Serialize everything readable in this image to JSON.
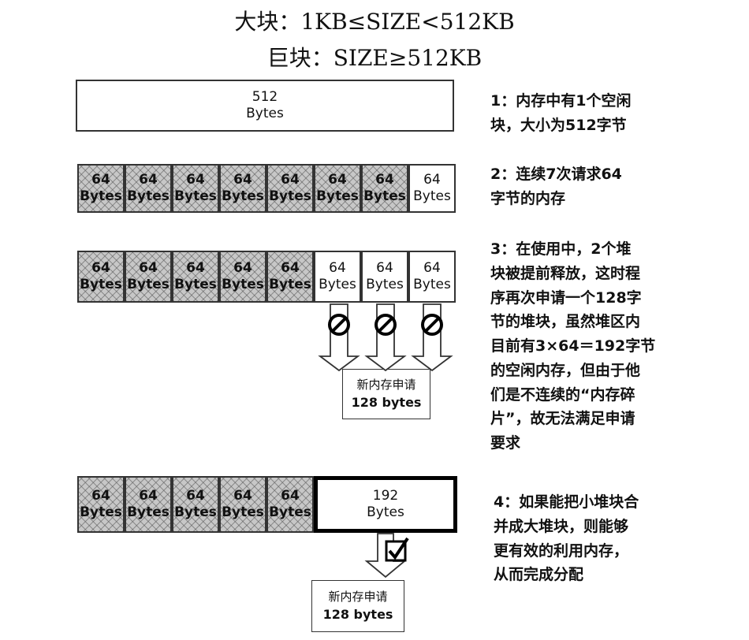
{
  "header": {
    "large_block": "大块：1KB≤SIZE<512KB",
    "huge_block": "巨块：SIZE≥512KB"
  },
  "step1": {
    "block": {
      "size": "512",
      "unit": "Bytes"
    },
    "caption": [
      "1：内存中有1个空闲",
      "块，大小为512字节"
    ]
  },
  "step2": {
    "blocks": [
      {
        "size": "64",
        "unit": "Bytes",
        "used": true
      },
      {
        "size": "64",
        "unit": "Bytes",
        "used": true
      },
      {
        "size": "64",
        "unit": "Bytes",
        "used": true
      },
      {
        "size": "64",
        "unit": "Bytes",
        "used": true
      },
      {
        "size": "64",
        "unit": "Bytes",
        "used": true
      },
      {
        "size": "64",
        "unit": "Bytes",
        "used": true
      },
      {
        "size": "64",
        "unit": "Bytes",
        "used": true
      },
      {
        "size": "64",
        "unit": "Bytes",
        "used": false
      }
    ],
    "caption": [
      "2：连续7次请求64",
      "字节的内存"
    ]
  },
  "step3": {
    "blocks": [
      {
        "size": "64",
        "unit": "Bytes",
        "used": true
      },
      {
        "size": "64",
        "unit": "Bytes",
        "used": true
      },
      {
        "size": "64",
        "unit": "Bytes",
        "used": true
      },
      {
        "size": "64",
        "unit": "Bytes",
        "used": true
      },
      {
        "size": "64",
        "unit": "Bytes",
        "used": true
      },
      {
        "size": "64",
        "unit": "Bytes",
        "used": false
      },
      {
        "size": "64",
        "unit": "Bytes",
        "used": false
      },
      {
        "size": "64",
        "unit": "Bytes",
        "used": false
      }
    ],
    "request": {
      "label": "新内存申请",
      "size": "128 bytes"
    },
    "caption": [
      "3：在使用中，2个堆",
      "块被提前释放，这时程",
      "序再次申请一个128字",
      "节的堆块，虽然堆区内",
      "目前有3×64＝192字节",
      "的空闲内存，但由于他",
      "们是不连续的“内存碎",
      "片”，故无法满足申请",
      "要求"
    ]
  },
  "step4": {
    "blocks": [
      {
        "size": "64",
        "unit": "Bytes",
        "used": true
      },
      {
        "size": "64",
        "unit": "Bytes",
        "used": true
      },
      {
        "size": "64",
        "unit": "Bytes",
        "used": true
      },
      {
        "size": "64",
        "unit": "Bytes",
        "used": true
      },
      {
        "size": "64",
        "unit": "Bytes",
        "used": true
      }
    ],
    "merged_block": {
      "size": "192",
      "unit": "Bytes"
    },
    "request": {
      "label": "新内存申请",
      "size": "128 bytes"
    },
    "caption": [
      "4：如果能把小堆块合",
      "并成大堆块，则能够",
      "更有效的利用内存，",
      "从而完成分配"
    ]
  },
  "icons": {
    "denied": "prohibited-icon",
    "allowed": "checkbox-checked-icon",
    "arrow": "down-arrow-icon"
  },
  "colors": {
    "used_block": "#c7c7c7",
    "free_block": "#ffffff",
    "border": "#333333"
  }
}
